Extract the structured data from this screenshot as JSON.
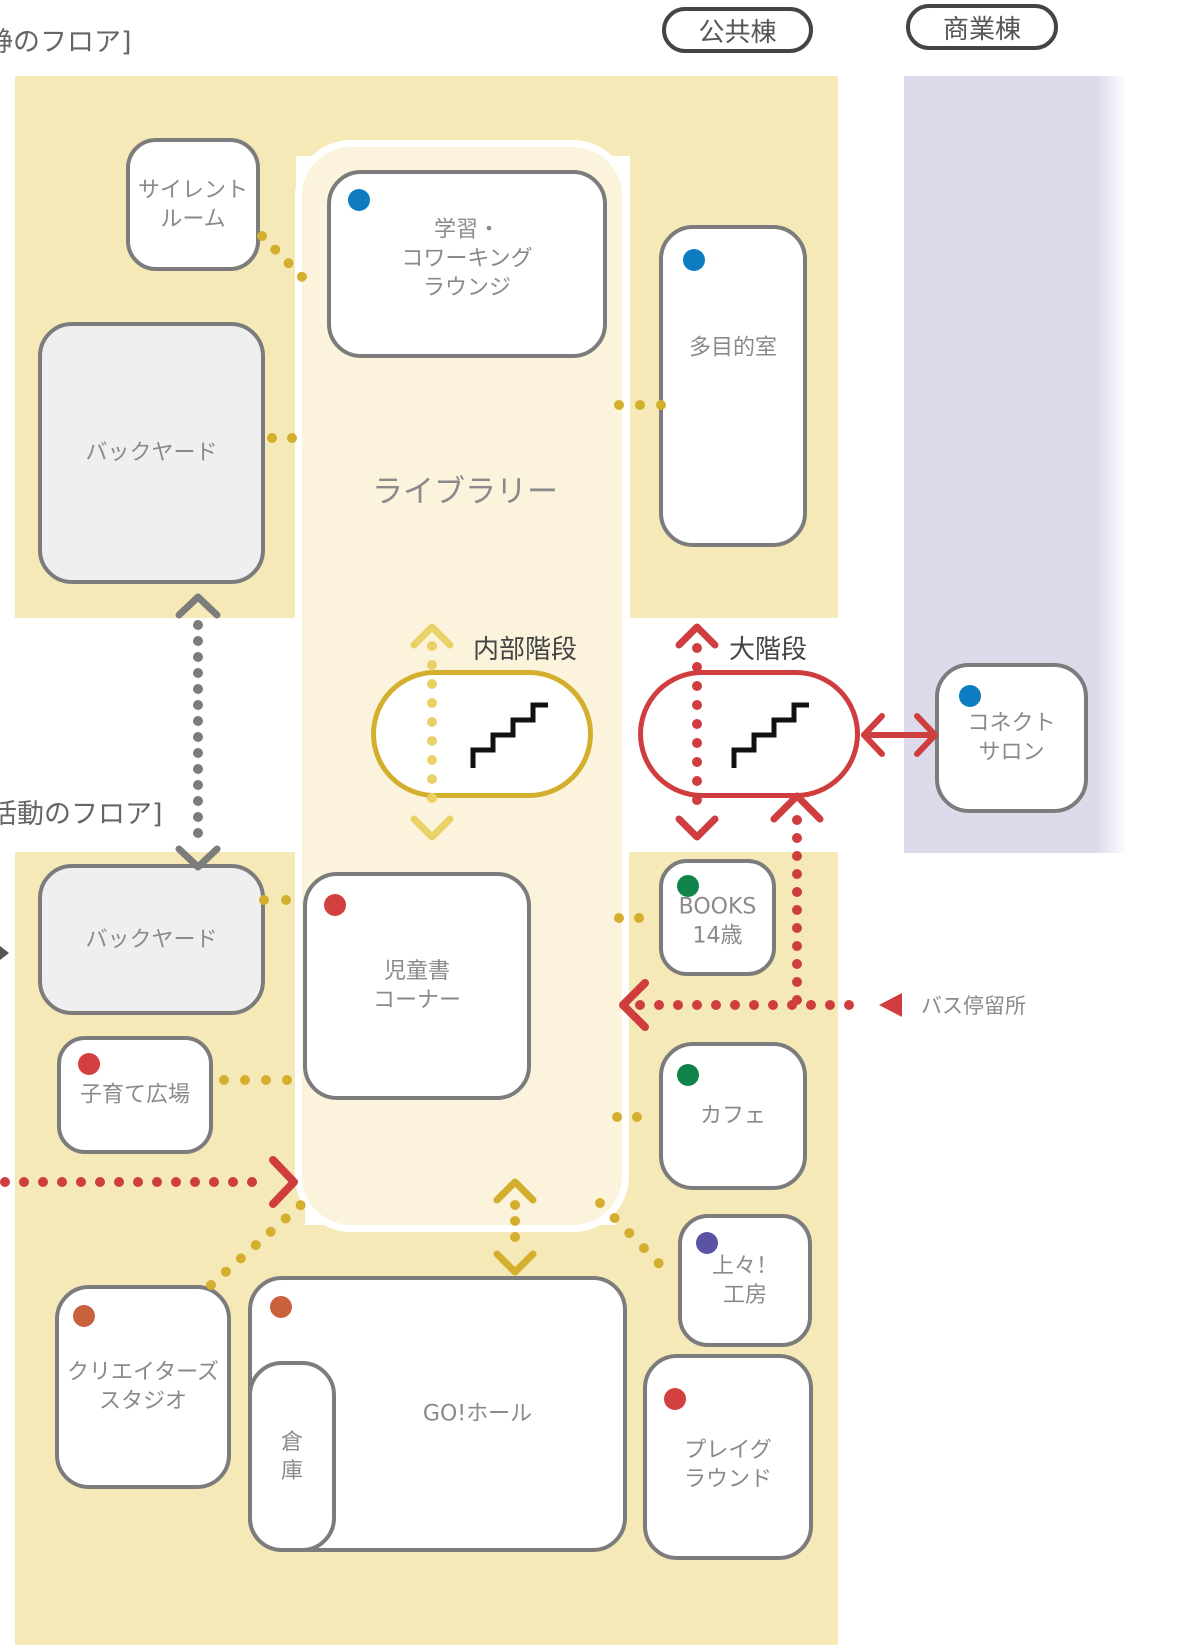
{
  "colors": {
    "floor": "#f6e9b8",
    "library": "#fbf3dc",
    "commercial": "#dddbeb",
    "blue": "#0d7cc0",
    "red": "#d2403f",
    "green": "#10834a",
    "orange": "#c9623c",
    "purple": "#5a53a6",
    "gold": "#d4af2e",
    "lightgold": "#ead167",
    "gray": "#7c7c7c",
    "accent_red": "#cf3d3f"
  },
  "buildings": {
    "public": "公共棟",
    "commercial": "商業棟"
  },
  "floors": {
    "upper_label": "静のフロア]",
    "lower_label": "活動のフロア]"
  },
  "library": {
    "label": "ライブラリー"
  },
  "rooms": {
    "silent": {
      "label": "サイレント\nルーム"
    },
    "study": {
      "label": "学習・\nコワーキング\nラウンジ",
      "dot": "blue"
    },
    "multipurpose": {
      "label": "多目的室",
      "dot": "blue"
    },
    "backyard_upper": {
      "label": "バックヤード"
    },
    "connect": {
      "label": "コネクト\nサロン",
      "dot": "blue"
    },
    "backyard_lower": {
      "label": "バックヤード"
    },
    "children": {
      "label": "児童書\nコーナー",
      "dot": "red"
    },
    "books14": {
      "label": "BOOKS\n14歳",
      "dot": "green"
    },
    "childcare": {
      "label": "子育て広場",
      "dot": "red"
    },
    "cafe": {
      "label": "カフェ",
      "dot": "green"
    },
    "joujou": {
      "label": "上々！\n工房",
      "dot": "purple"
    },
    "creators": {
      "label": "クリエイターズ\nスタジオ",
      "dot": "orange"
    },
    "gohall": {
      "label": "GO!ホール",
      "dot": "orange"
    },
    "storage": {
      "label": "倉\n庫"
    },
    "playground": {
      "label": "プレイグ\nラウンド",
      "dot": "red"
    }
  },
  "stairs": {
    "inner": {
      "label": "内部階段"
    },
    "grand": {
      "label": "大階段"
    }
  },
  "bus_stop": {
    "label": "バス停留所"
  }
}
